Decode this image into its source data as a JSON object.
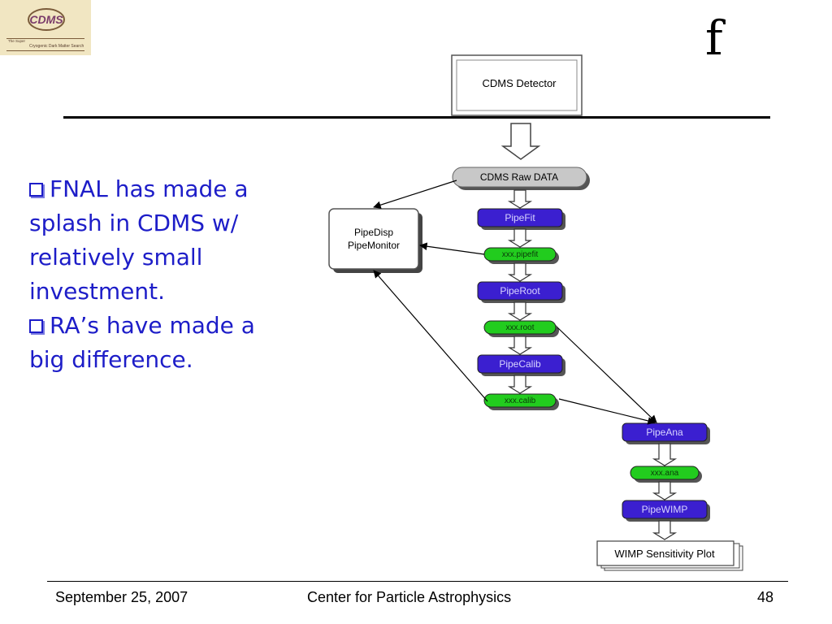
{
  "logo": {
    "mark": "CDMS",
    "line1": "The Super",
    "line2": "Cryogenic Dark Matter Search"
  },
  "slide": {
    "title": "f",
    "bullets": [
      {
        "text": "FNAL has made a splash in CDMS w/ relatively small investment."
      },
      {
        "text": "RA’s have made a big difference."
      }
    ]
  },
  "diagram": {
    "detector": "CDMS Detector",
    "raw_data": "CDMS Raw DATA",
    "display": {
      "line1": "PipeDisp",
      "line2": "PipeMonitor"
    },
    "pipeline": [
      {
        "label": "PipeFit",
        "kind": "process"
      },
      {
        "label": "xxx.pipefit",
        "kind": "data"
      },
      {
        "label": "PipeRoot",
        "kind": "process"
      },
      {
        "label": "xxx.root",
        "kind": "data"
      },
      {
        "label": "PipeCalib",
        "kind": "process"
      },
      {
        "label": "xxx.calib",
        "kind": "data"
      },
      {
        "label": "PipeAna",
        "kind": "process"
      },
      {
        "label": "xxx.ana",
        "kind": "data"
      },
      {
        "label": "PipeWIMP",
        "kind": "process"
      }
    ],
    "output": "WIMP Sensitivity Plot",
    "colors": {
      "process": "#3b1fd0",
      "data": "#22cc1e",
      "raw": "#c8c8c8"
    }
  },
  "footer": {
    "date": "September 25, 2007",
    "center": "Center for Particle Astrophysics",
    "page": "48"
  }
}
